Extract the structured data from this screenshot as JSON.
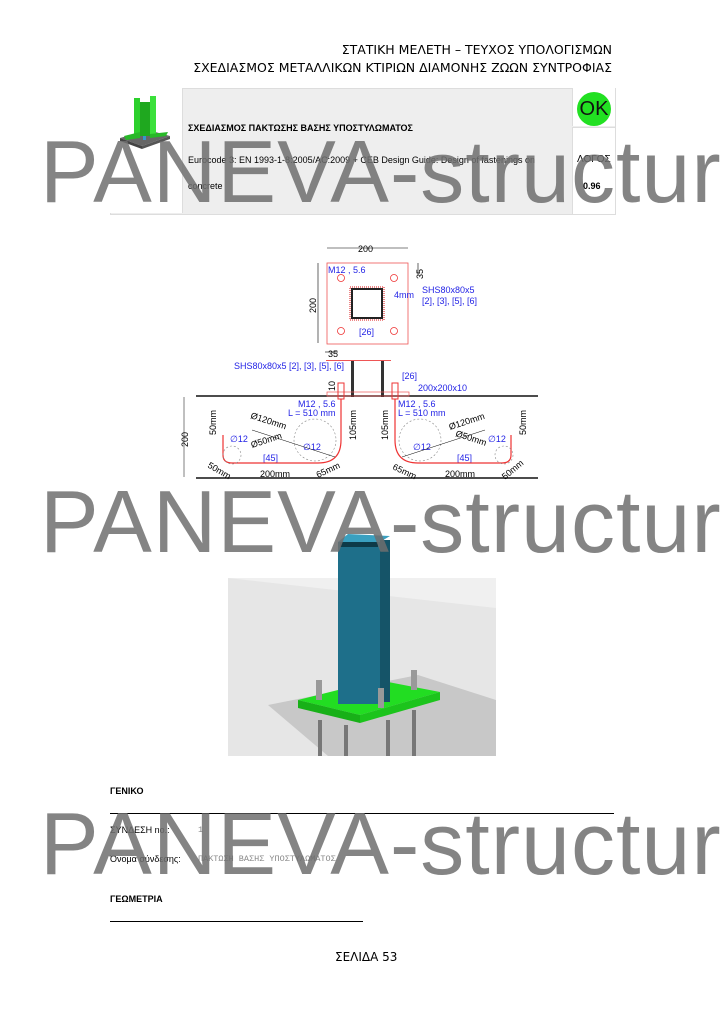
{
  "header": {
    "line1": "ΣΤΑΤΙΚΗ ΜΕΛΕΤΗ – ΤΕΥΧΟΣ ΥΠΟΛΟΓΙΣΜΩΝ",
    "line2": "ΣΧΕΔΙΑΣΜΟΣ ΜΕΤΑΛΛΙΚΩΝ ΚΤΙΡΙΩΝ ΔΙΑΜΟΝΗΣ ΖΩΩΝ ΣΥΝΤΡΟΦΙΑΣ"
  },
  "summary": {
    "title": "ΣΧΕΔΙΑΣΜΟΣ ΠΑΚΤΩΣΗΣ ΒΑΣΗΣ ΥΠΟΣΤΥΛΩΜΑΤΟΣ",
    "code_line1": "Eurocode 3: EN 1993-1-8:2005/AC:2009 + CEB Design Guide: Design of fastenings on",
    "code_line2": "concrete",
    "status": "OK",
    "ratio_label": "ΛΟΓΟΣ",
    "ratio_value": "0.96",
    "status_color": "#22e022"
  },
  "watermark": "PANEVA-structure",
  "drawing": {
    "plate_width": "200",
    "plate_height": "200",
    "edge_top": "35",
    "edge_left": "35",
    "bolt_label": "M12 , 5.6",
    "weld": "4mm",
    "section": "SHS80x80x5",
    "section_refs": "[2], [3], [5], [6]",
    "plate_ref": "[26]",
    "section_full": "SHS80x80x5  [2], [3], [5], [6]",
    "plate_thk": "10",
    "plate_ref2": "[26]",
    "plate_dims": "200x200x10",
    "anchor_label": "M12 , 5.6",
    "anchor_length": "L = 510 mm",
    "depth": "200",
    "cover": "50mm",
    "bend_dia": "Ø120mm",
    "hook_dia": "Ø50mm",
    "bar_dia": "Ø12",
    "bar_dia2": "∅12",
    "embed": "105mm",
    "anchor_ref": "[45]",
    "hook_len": "200mm",
    "offset": "65mm",
    "end_cover": "50mm"
  },
  "general": {
    "heading": "ΓΕΝΙΚΟ",
    "connection_label": "ΣΥΝΔΕΣΗ no.:",
    "connection_value": "1",
    "name_label": "Όνομα σύνδεσης:",
    "name_value": "ΠΑΚΤΩΣΗ ΒΑΣΗΣ ΥΠΟΣΤΥΛΩΜΑΤΟΣ"
  },
  "geometry": {
    "heading": "ΓΕΩΜΕΤΡΙΑ"
  },
  "footer": {
    "page": "ΣΕΛΙΔΑ 53"
  }
}
